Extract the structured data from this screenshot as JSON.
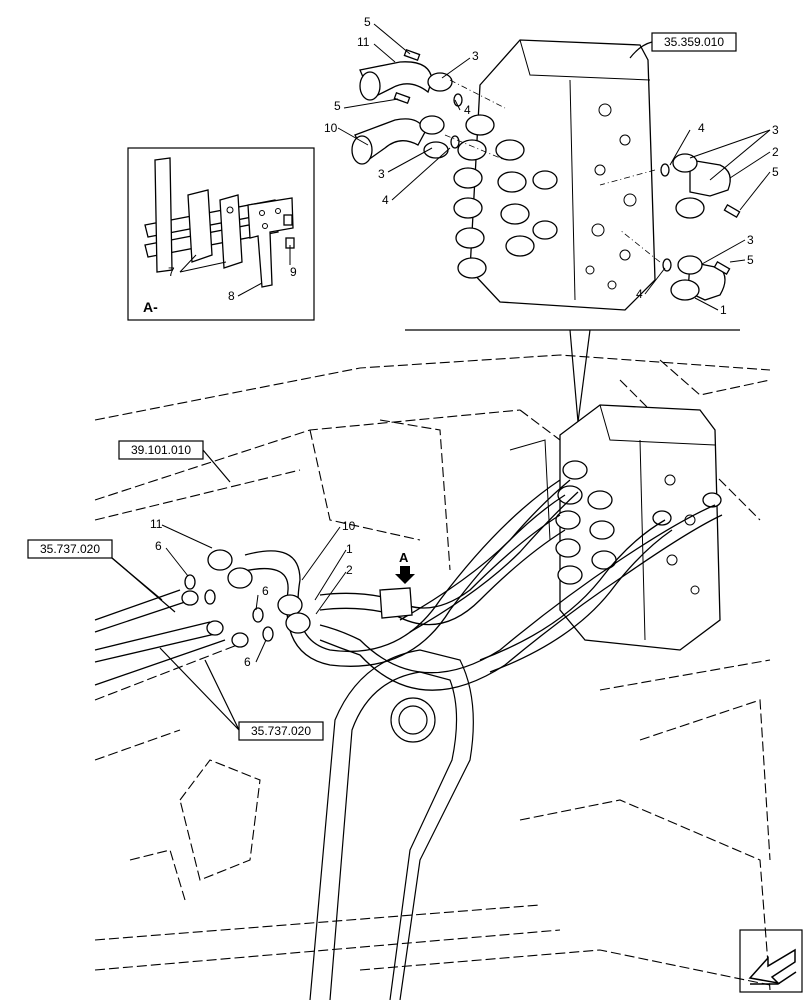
{
  "inset": {
    "label": "A-"
  },
  "view_marker": {
    "label": "A"
  },
  "references": [
    {
      "id": "ref-valve",
      "text": "35.359.010"
    },
    {
      "id": "ref-frame",
      "text": "39.101.010"
    },
    {
      "id": "ref-hose-top",
      "text": "35.737.020"
    },
    {
      "id": "ref-hose-bottom",
      "text": "35.737.020"
    }
  ],
  "callouts": [
    {
      "id": "c-top-5a",
      "text": "5"
    },
    {
      "id": "c-top-11",
      "text": "11"
    },
    {
      "id": "c-top-3a",
      "text": "3"
    },
    {
      "id": "c-top-5b",
      "text": "5"
    },
    {
      "id": "c-top-4a",
      "text": "4"
    },
    {
      "id": "c-top-10",
      "text": "10"
    },
    {
      "id": "c-top-3b",
      "text": "3"
    },
    {
      "id": "c-top-4b",
      "text": "4"
    },
    {
      "id": "c-right-4",
      "text": "4"
    },
    {
      "id": "c-right-3",
      "text": "3"
    },
    {
      "id": "c-right-2",
      "text": "2"
    },
    {
      "id": "c-right-5a",
      "text": "5"
    },
    {
      "id": "c-right-3b",
      "text": "3"
    },
    {
      "id": "c-right-5b",
      "text": "5"
    },
    {
      "id": "c-right-4b",
      "text": "4"
    },
    {
      "id": "c-right-1",
      "text": "1"
    },
    {
      "id": "c-inset-7",
      "text": "7"
    },
    {
      "id": "c-inset-8",
      "text": "8"
    },
    {
      "id": "c-inset-9",
      "text": "9"
    },
    {
      "id": "c-main-11",
      "text": "11"
    },
    {
      "id": "c-main-10",
      "text": "10"
    },
    {
      "id": "c-main-1",
      "text": "1"
    },
    {
      "id": "c-main-2",
      "text": "2"
    },
    {
      "id": "c-main-6a",
      "text": "6"
    },
    {
      "id": "c-main-6b",
      "text": "6"
    },
    {
      "id": "c-main-6c",
      "text": "6"
    }
  ]
}
